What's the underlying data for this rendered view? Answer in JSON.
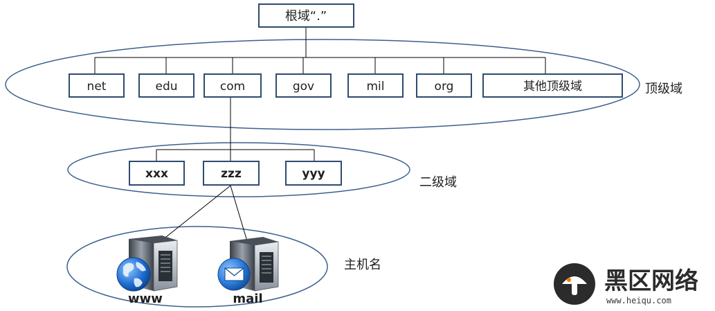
{
  "root": {
    "label": "根域“.”"
  },
  "tld": {
    "zone_label": "顶级域",
    "items": [
      "net",
      "edu",
      "com",
      "gov",
      "mil",
      "org",
      "其他顶级域"
    ]
  },
  "second_level": {
    "zone_label": "二级域",
    "items": [
      "xxx",
      "zzz",
      "yyy"
    ]
  },
  "hosts": {
    "zone_label": "主机名",
    "items": [
      {
        "label": "www",
        "icon": "globe-server-icon"
      },
      {
        "label": "mail",
        "icon": "mail-server-icon"
      }
    ]
  },
  "watermark": {
    "text": "黑区网络",
    "url": "www.heiqu.com"
  },
  "colors": {
    "box_border": "#2f4a6e",
    "ellipse_border": "#3b5f8c",
    "connector": "#000000",
    "globe": "#1e6fd1",
    "watermark_orange": "#f07c00"
  }
}
